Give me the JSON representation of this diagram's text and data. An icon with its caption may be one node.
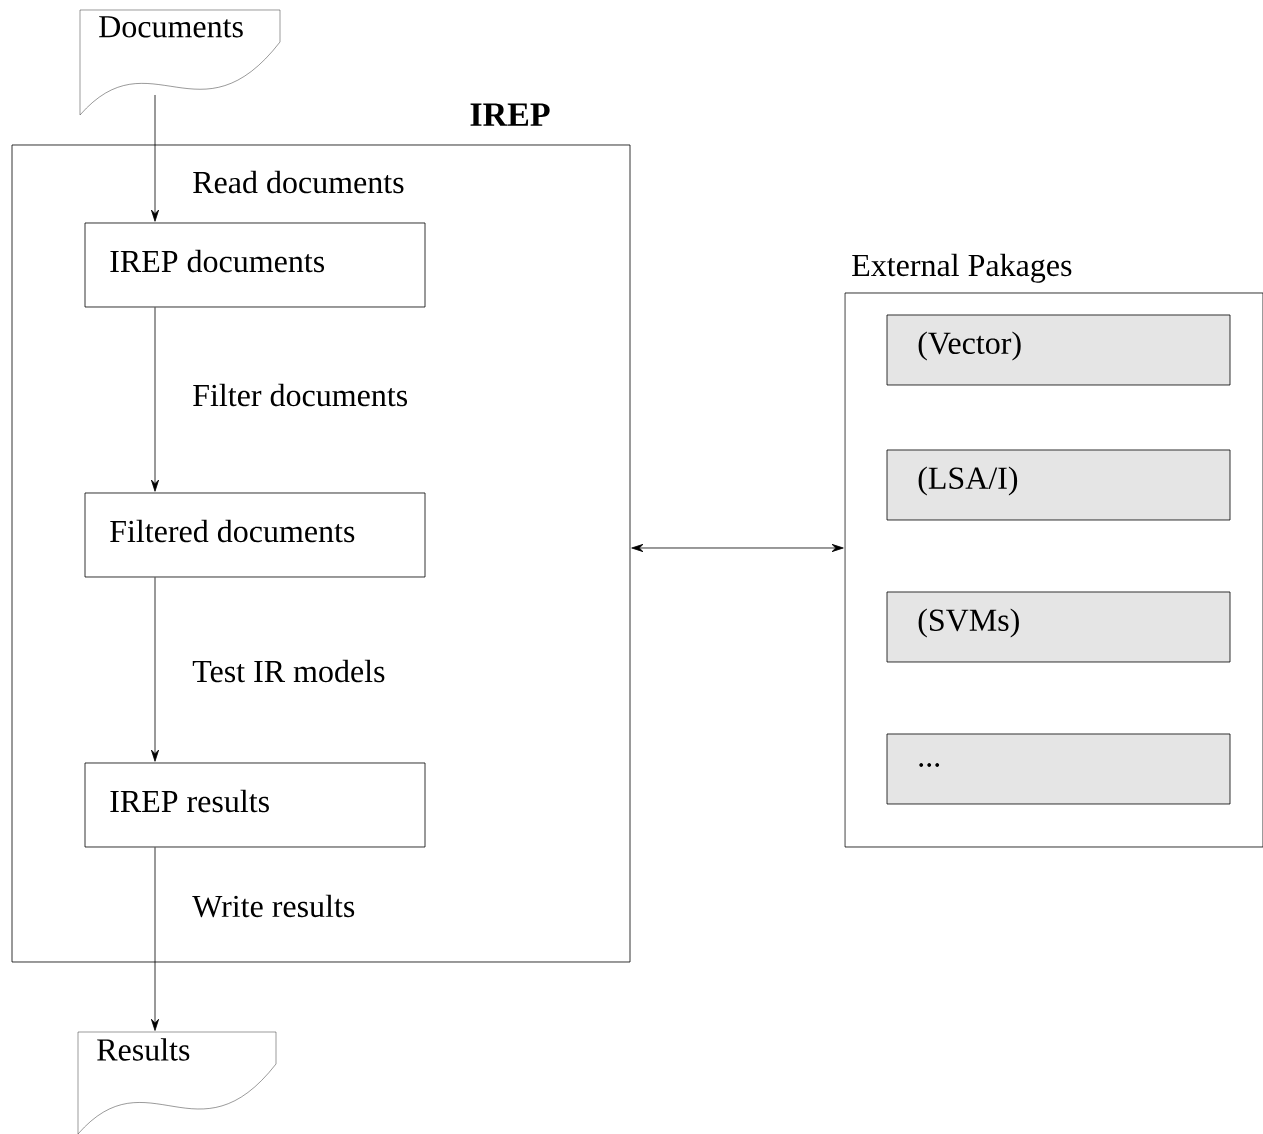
{
  "diagram": {
    "nodes": [
      {
        "text": [
          "Documents"
        ]
      },
      {
        "text": [
          "IREP"
        ]
      },
      {
        "text": [
          "IREP documents"
        ],
        "in": 1
      },
      {
        "text": [
          "Filtered documents"
        ],
        "in": 1
      },
      {
        "text": [
          "IREP results"
        ],
        "in": 1
      },
      {
        "text": [
          "Results"
        ]
      },
      {
        "text": [
          "External Pakages"
        ]
      },
      {
        "text": [
          "(Vector)"
        ],
        "in": 6
      },
      {
        "text": [
          "(LSA/I)"
        ],
        "in": 6
      },
      {
        "text": [
          "(SVMs)"
        ],
        "in": 6
      },
      {
        "text": [
          "..."
        ],
        "in": 6
      }
    ],
    "edges": [
      {
        "from": 0,
        "to": 2,
        "arrow": "to",
        "label": "Read documents"
      },
      {
        "from": 2,
        "to": 3,
        "arrow": "to",
        "label": "Filter documents"
      },
      {
        "from": 3,
        "to": 4,
        "arrow": "to",
        "label": "Test IR models"
      },
      {
        "from": 4,
        "to": 5,
        "arrow": "to",
        "label": "Write results"
      },
      {
        "from": 1,
        "to": 6,
        "arrow": "both"
      }
    ]
  }
}
